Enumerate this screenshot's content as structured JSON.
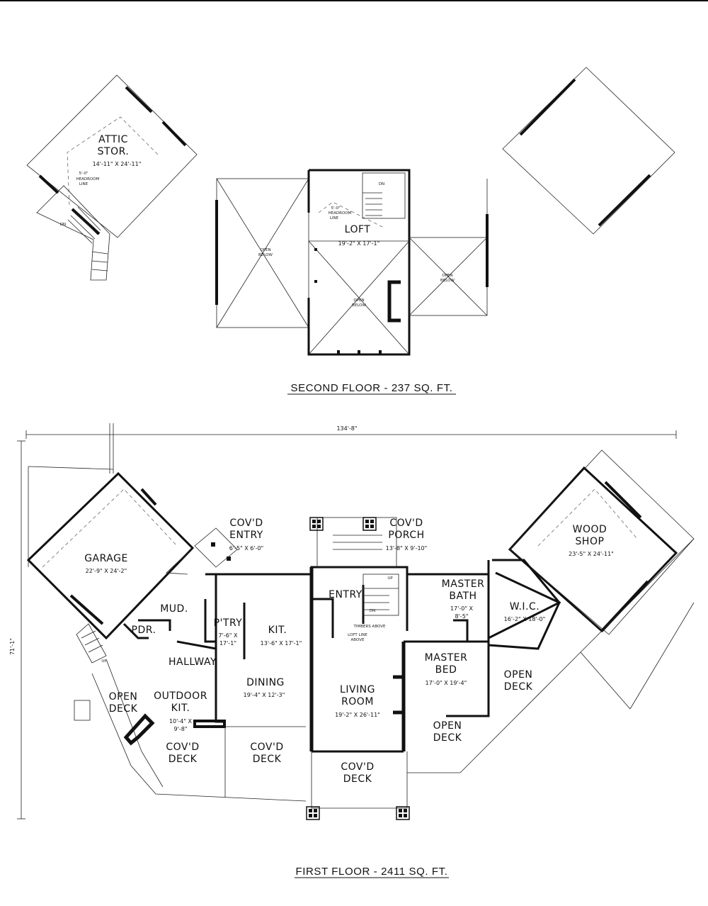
{
  "second_floor": {
    "title": "SECOND FLOOR - 237 SQ. FT.",
    "attic": {
      "name_1": "ATTIC",
      "name_2": "STOR.",
      "dim": "14'-11\" X 24'-11\"",
      "note_1": "5'-0\"",
      "note_2": "HEADROOM",
      "note_3": "LINE",
      "stair": "DN"
    },
    "loft": {
      "name": "LOFT",
      "dim": "19'-2\" X 17'-1\"",
      "note_1": "5'-0\"",
      "note_2": "HEADROOM",
      "note_3": "LINE",
      "stair": "DN"
    },
    "open_below_left": {
      "line_1": "OPEN",
      "line_2": "BELOW"
    },
    "open_below_center": {
      "line_1": "OPEN",
      "line_2": "BELOW"
    },
    "open_below_right": {
      "line_1": "OPEN",
      "line_2": "BELOW"
    }
  },
  "first_floor": {
    "title": "FIRST FLOOR - 2411 SQ. FT.",
    "overall_width": "134'-8\"",
    "overall_depth": "71'-1\"",
    "rooms": {
      "garage": {
        "name": "GARAGE",
        "dim": "22'-9\" X 24'-2\""
      },
      "covd_entry": {
        "name_1": "COV'D",
        "name_2": "ENTRY",
        "dim": "6'-5\" X 6'-0\""
      },
      "covd_porch": {
        "name_1": "COV'D",
        "name_2": "PORCH",
        "dim": "13'-8\" X 9'-10\""
      },
      "wood_shop": {
        "name_1": "WOOD",
        "name_2": "SHOP",
        "dim": "23'-5\" X 24'-11\""
      },
      "mud": {
        "name": "MUD."
      },
      "pdr": {
        "name": "PDR."
      },
      "ptry": {
        "name": "P'TRY",
        "dim_1": "7'-6\" X",
        "dim_2": "17'-1\""
      },
      "kit": {
        "name": "KIT.",
        "dim": "13'-6\" X 17'-1\""
      },
      "entry": {
        "name": "ENTRY",
        "up": "UP",
        "dn": "DN"
      },
      "master_bath": {
        "name_1": "MASTER",
        "name_2": "BATH",
        "dim_1": "17'-0\" X",
        "dim_2": "8'-5\""
      },
      "wic": {
        "name": "W.I.C.",
        "dim": "16'-2\" X 18'-0\""
      },
      "hallway": {
        "name": "HALLWAY"
      },
      "dining": {
        "name": "DINING",
        "dim": "19'-4\" X 12'-3\""
      },
      "living": {
        "name_1": "LIVING",
        "name_2": "ROOM",
        "dim": "19'-2\" X 26'-11\""
      },
      "master_bed": {
        "name_1": "MASTER",
        "name_2": "BED",
        "dim": "17'-0\" X 19'-4\""
      },
      "open_deck_right": {
        "name_1": "OPEN",
        "name_2": "DECK"
      },
      "open_deck_left": {
        "name_1": "OPEN",
        "name_2": "DECK"
      },
      "outdoor_kit": {
        "name_1": "OUTDOOR",
        "name_2": "KIT.",
        "dim_1": "10'-4\" X",
        "dim_2": "9'-8\""
      },
      "open_deck_center": {
        "name_1": "OPEN",
        "name_2": "DECK"
      },
      "covd_deck_left": {
        "name_1": "COV'D",
        "name_2": "DECK"
      },
      "covd_deck_mid": {
        "name_1": "COV'D",
        "name_2": "DECK"
      },
      "covd_deck_front": {
        "name_1": "COV'D",
        "name_2": "DECK"
      }
    },
    "notes": {
      "timbers": "TIMBERS ABOVE",
      "loft_line_1": "LOFT LINE",
      "loft_line_2": "ABOVE",
      "stair_up": "UP"
    }
  }
}
